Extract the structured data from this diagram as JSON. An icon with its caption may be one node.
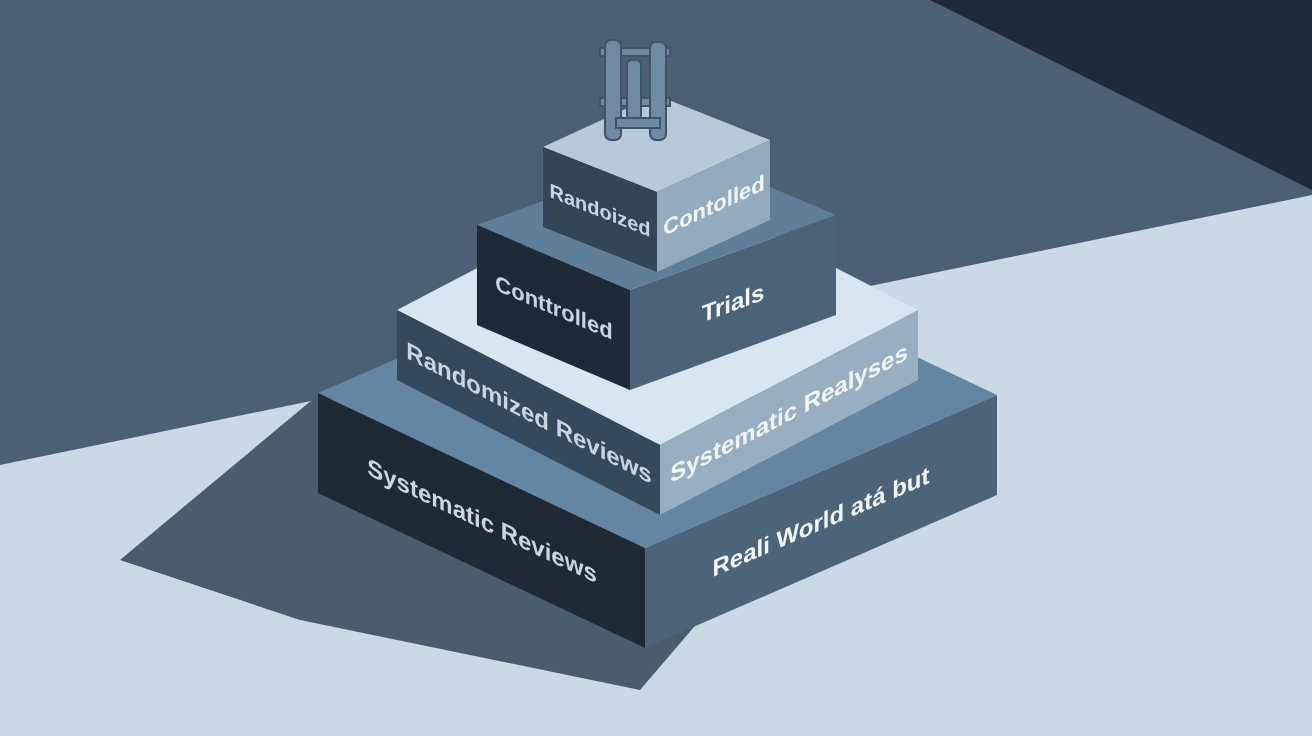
{
  "diagram": {
    "nodes": [
      {
        "text": [
          "Randoized",
          "Contolled"
        ]
      },
      {
        "text": [
          "Conttrolled",
          "Trials"
        ]
      },
      {
        "text": [
          "Randomized Reviews",
          "Systematic Realyses"
        ]
      },
      {
        "text": [
          "Systematic Reviews",
          "Reali World atá but"
        ]
      }
    ]
  }
}
